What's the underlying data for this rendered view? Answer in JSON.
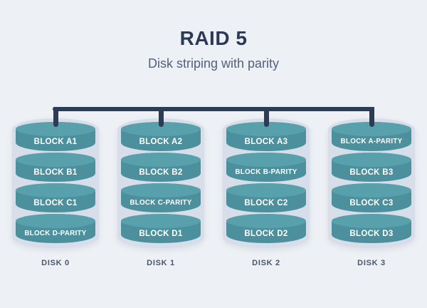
{
  "header": {
    "title": "RAID 5",
    "subtitle": "Disk striping with parity"
  },
  "colors": {
    "background": "#edf1f6",
    "title_text": "#2b3a55",
    "subtitle_text": "#55617a",
    "bus_line": "#2d3c55",
    "disk_shell": "#d7dee9",
    "cylinder_body": "#4b909c",
    "cylinder_top": "#58a1ac",
    "block_text": "#ffffff",
    "disk_label_text": "#4a566e"
  },
  "diagram": {
    "type": "raid-5-disk-striping-with-parity",
    "bus": "top-bus-connector",
    "disks": [
      {
        "name": "DISK 0",
        "blocks": [
          "BLOCK A1",
          "BLOCK B1",
          "BLOCK C1",
          "BLOCK D-PARITY"
        ]
      },
      {
        "name": "DISK 1",
        "blocks": [
          "BLOCK A2",
          "BLOCK B2",
          "BLOCK C-PARITY",
          "BLOCK D1"
        ]
      },
      {
        "name": "DISK 2",
        "blocks": [
          "BLOCK A3",
          "BLOCK B-PARITY",
          "BLOCK C2",
          "BLOCK D2"
        ]
      },
      {
        "name": "DISK 3",
        "blocks": [
          "BLOCK A-PARITY",
          "BLOCK B3",
          "BLOCK C3",
          "BLOCK D3"
        ]
      }
    ]
  }
}
